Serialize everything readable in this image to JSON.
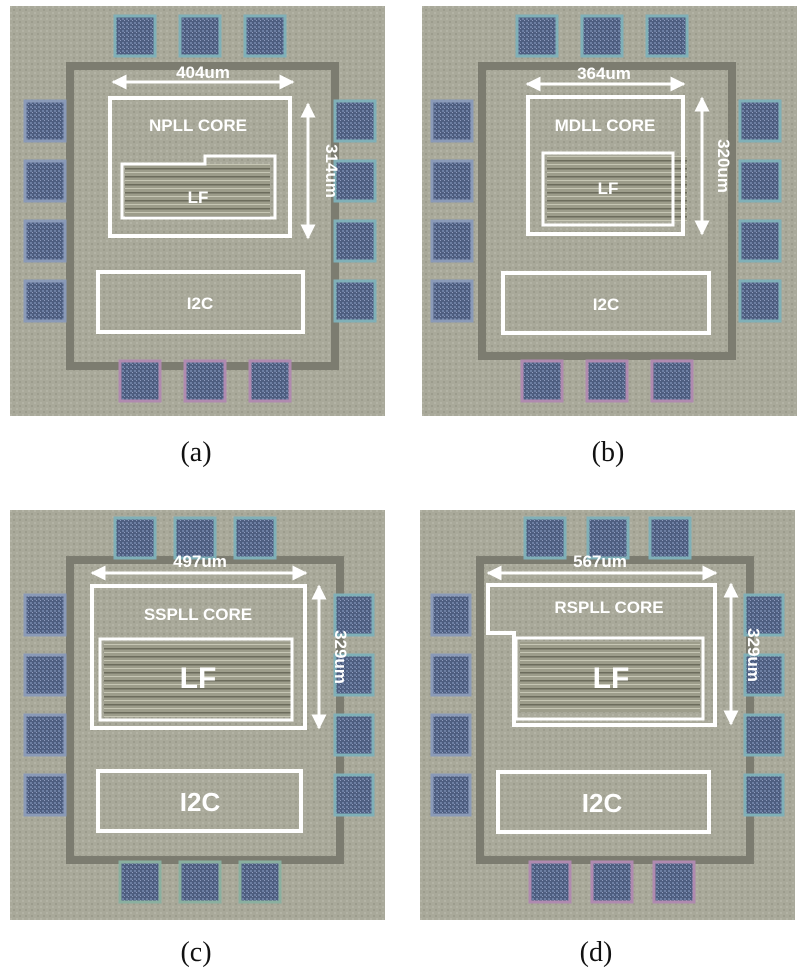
{
  "figure": {
    "panels": [
      {
        "caption": "(a)",
        "width_label": "404um",
        "height_label": "314um",
        "core_label": "NPLL CORE",
        "lf_label": "LF",
        "i2c_label": "I2C"
      },
      {
        "caption": "(b)",
        "width_label": "364um",
        "height_label": "320um",
        "core_label": "MDLL CORE",
        "lf_label": "LF",
        "i2c_label": "I2C"
      },
      {
        "caption": "(c)",
        "width_label": "497um",
        "height_label": "329um",
        "core_label": "SSPLL CORE",
        "lf_label": "LF",
        "i2c_label": "I2C"
      },
      {
        "caption": "(d)",
        "width_label": "567um",
        "height_label": "329um",
        "core_label": "RSPLL CORE",
        "lf_label": "LF",
        "i2c_label": "I2C"
      }
    ]
  },
  "colors": {
    "die_background": "#a8a898",
    "pad_fill": "#5a6a8a",
    "pad_border": "#7fb0b8",
    "annotation": "#ffffff"
  }
}
